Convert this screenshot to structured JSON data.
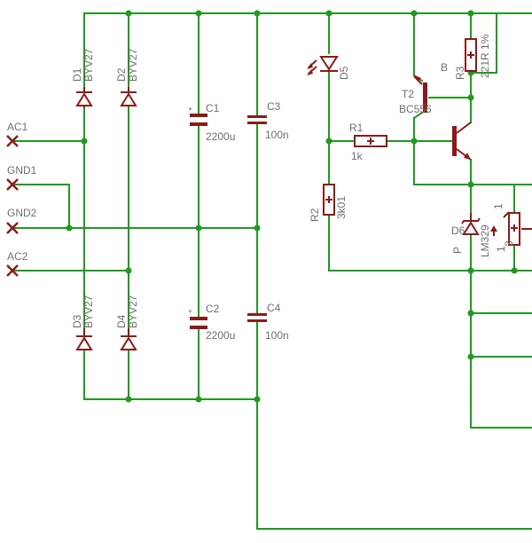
{
  "colors": {
    "wire": "#1f9a1f",
    "part": "#8b1a1a",
    "label": "#6e6e6e",
    "background": "#ffffff"
  },
  "connectors": {
    "ac1": "AC1",
    "gnd1": "GND1",
    "gnd2": "GND2",
    "ac2": "AC2"
  },
  "diodes": {
    "d1": {
      "name": "D1",
      "value": "BYV27"
    },
    "d2": {
      "name": "D2",
      "value": "BYV27"
    },
    "d3": {
      "name": "D3",
      "value": "BYV27"
    },
    "d4": {
      "name": "D4",
      "value": "BYV27"
    }
  },
  "capacitors": {
    "c1": {
      "name": "C1",
      "value": "2200u"
    },
    "c2": {
      "name": "C2",
      "value": "2200u"
    },
    "c3": {
      "name": "C3",
      "value": "100n"
    },
    "c4": {
      "name": "C4",
      "value": "100n"
    }
  },
  "led": {
    "name": "D5"
  },
  "resistors": {
    "r1": {
      "name": "R1",
      "value": "1k"
    },
    "r2": {
      "name": "R2",
      "value": "3k01"
    },
    "r3": {
      "name": "R3",
      "value": "221R 1%"
    }
  },
  "transistor": {
    "name": "T2",
    "value": "BC556"
  },
  "zener": {
    "name": "D6",
    "value": "LM329"
  },
  "partial_labels": {
    "b": "B",
    "one_top": "1",
    "one_bottom": "1",
    "p": "P",
    "three": "3"
  }
}
